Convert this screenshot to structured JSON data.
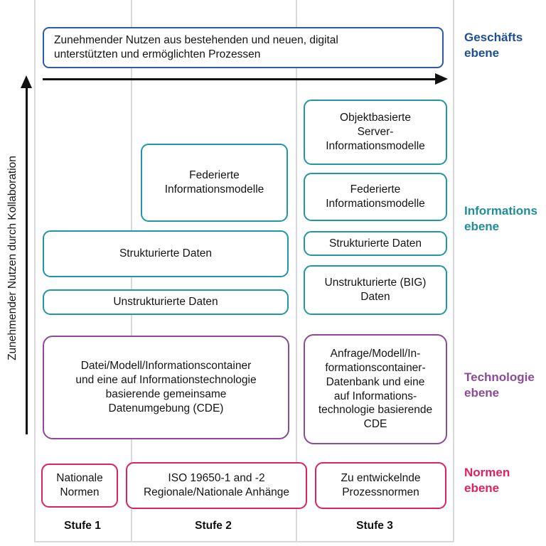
{
  "diagram": {
    "title_box": "Zunehmender Nutzen aus bestehenden und neuen, digital\nunterstützten und ermöglichten Prozessen",
    "y_axis_label": "Zunehmender Nutzen durch Kollaboration",
    "stages": {
      "s1": "Stufe 1",
      "s2": "Stufe 2",
      "s3": "Stufe 3"
    },
    "level_labels": {
      "business": "Geschäfts\nebene",
      "information": "Informations\nebene",
      "technology": "Technologie\nebene",
      "norms": "Normen\nebene"
    },
    "information_boxes": {
      "objektbasierte_s3": "Objektbasierte\nServer-\nInformationsmodelle",
      "federierte_s3": "Federierte\nInformationsmodelle",
      "federierte_s2": "Federierte\nInformationsmodelle",
      "strukturierte_s12": "Strukturierte Daten",
      "strukturierte_s3": "Strukturierte Daten",
      "unstrukturierte_s12": "Unstrukturierte Daten",
      "unstrukturierte_big_s3": "Unstrukturierte (BIG)\nDaten"
    },
    "technology_boxes": {
      "s12": "Datei/Modell/Informationscontainer\nund eine auf Informationstechnologie\nbasierende gemeinsame\nDatenumgebung (CDE)",
      "s3": "Anfrage/Modell/In-\nformationscontainer-\nDatenbank und eine\nauf Informations-\ntechnologie basierende\nCDE"
    },
    "norms_boxes": {
      "s1": "Nationale\nNormen",
      "s2": "ISO 19650-1 and -2\nRegionale/Nationale Anhänge",
      "s3": "Zu entwickelnde\nProzessnormen"
    },
    "colors": {
      "business_border": "#2a5ca8",
      "business_label": "#1d4f91",
      "information": "#2197a3",
      "information_label": "#1e8e99",
      "technology": "#8c4a97",
      "norms": "#de2160",
      "gridline": "#d9d9d9",
      "arrow": "#111111"
    }
  }
}
